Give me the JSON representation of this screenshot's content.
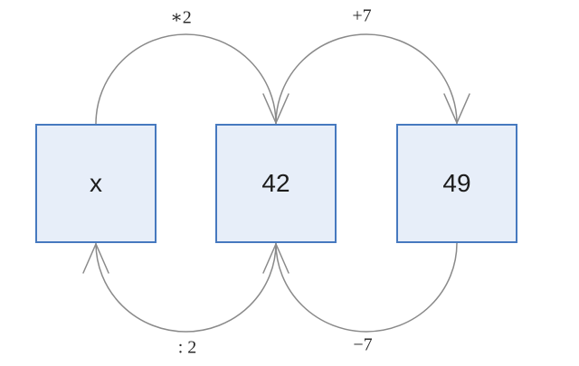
{
  "diagram": {
    "type": "arrow-chain-math-diagram",
    "background_color": "#ffffff",
    "box_fill_color": "#e7eef9",
    "box_border_color": "#4679bf",
    "arrow_color": "#8a8a8a",
    "text_color": "#1c1c1c",
    "boxes": [
      {
        "id": "box-x",
        "label": "x"
      },
      {
        "id": "box-42",
        "label": "42"
      },
      {
        "id": "box-49",
        "label": "49"
      }
    ],
    "arrows": [
      {
        "from": "x",
        "to": "42",
        "position": "top",
        "label": "∗2"
      },
      {
        "from": "42",
        "to": "49",
        "position": "top",
        "label": "+7"
      },
      {
        "from": "42",
        "to": "x",
        "position": "bottom",
        "label": ": 2"
      },
      {
        "from": "49",
        "to": "42",
        "position": "bottom",
        "label": "−7"
      }
    ]
  }
}
